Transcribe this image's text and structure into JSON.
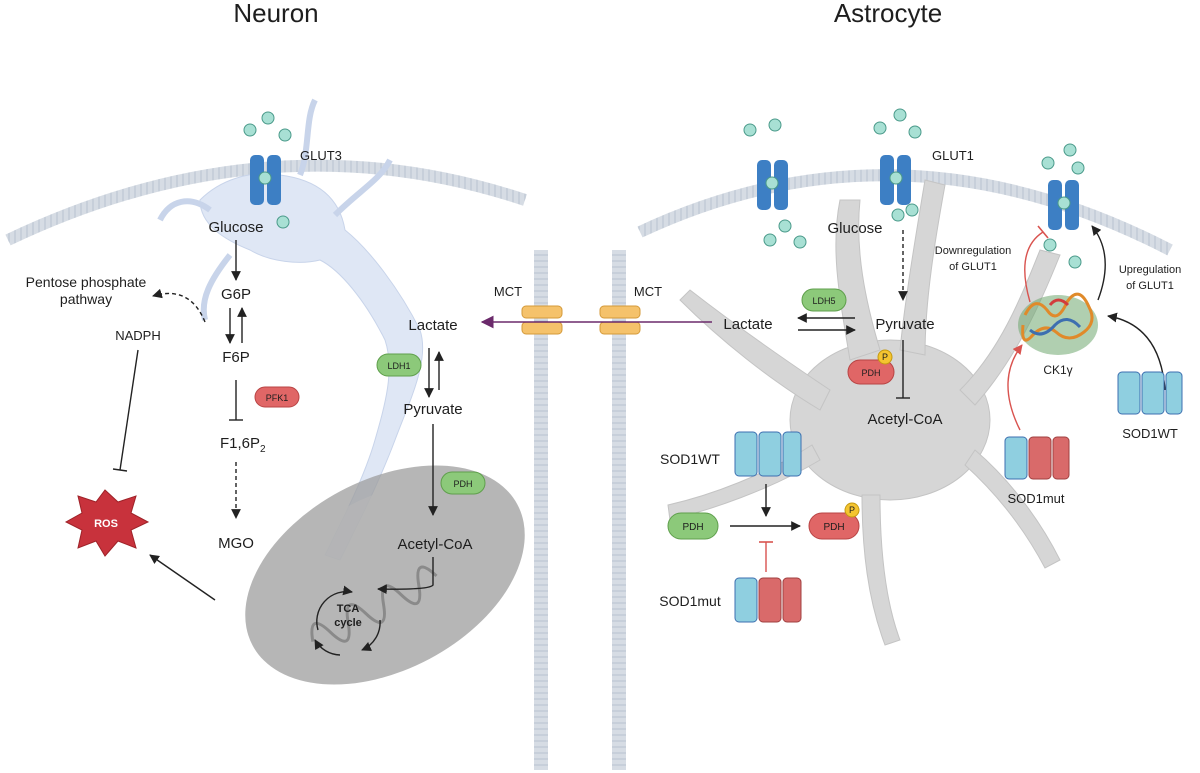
{
  "neuron": {
    "title": "Neuron",
    "glut": "GLUT3",
    "glucose": "Glucose",
    "g6p": "G6P",
    "ppp_line1": "Pentose phosphate",
    "ppp_line2": "pathway",
    "nadph": "NADPH",
    "f6p": "F6P",
    "pfk1": "PFK1",
    "f16p2": "F1,6P",
    "f16p2_sub": "2",
    "mgo": "MGO",
    "ros": "ROS",
    "lactate": "Lactate",
    "ldh1": "LDH1",
    "pyruvate": "Pyruvate",
    "pdh": "PDH",
    "acetyl_coa": "Acetyl-CoA",
    "tca_line1": "TCA",
    "tca_line2": "cycle"
  },
  "transport": {
    "mct_left": "MCT",
    "mct_right": "MCT"
  },
  "astrocyte": {
    "title": "Astrocyte",
    "glut": "GLUT1",
    "glucose": "Glucose",
    "lactate": "Lactate",
    "ldh5": "LDH5",
    "pyruvate": "Pyruvate",
    "pdh": "PDH",
    "phospho": "P",
    "acetyl_coa": "Acetyl-CoA",
    "downreg_line1": "Downregulation",
    "downreg_line2": "of GLUT1",
    "upreg_line1": "Upregulation",
    "upreg_line2": "of GLUT1",
    "ck1": "CK1γ",
    "sod1wt_right": "SOD1WT",
    "sod1mut_right": "SOD1mut",
    "sod1wt_left": "SOD1WT",
    "sod1mut_left": "SOD1mut",
    "pdh_left": "PDH",
    "pdh_right": "PDH",
    "phospho2": "P"
  },
  "colors": {
    "membrane": "#c9d0da",
    "neuron_fill": "#dfe7f5",
    "astro_fill": "#d6d6d6",
    "glut_blue": "#3d7fc4",
    "glucose_teal": "#a8e0d4",
    "green_enzyme": "#8cc97a",
    "red_enzyme": "#e06666",
    "mct_orange": "#f5c26b",
    "mito": "#9e9e9e",
    "ros_red": "#c8323c",
    "inhibit_red": "#d9534f",
    "purple_arrow": "#6b2a6b",
    "protein_blue": "#8fcfe0",
    "protein_red": "#d96a6a"
  }
}
